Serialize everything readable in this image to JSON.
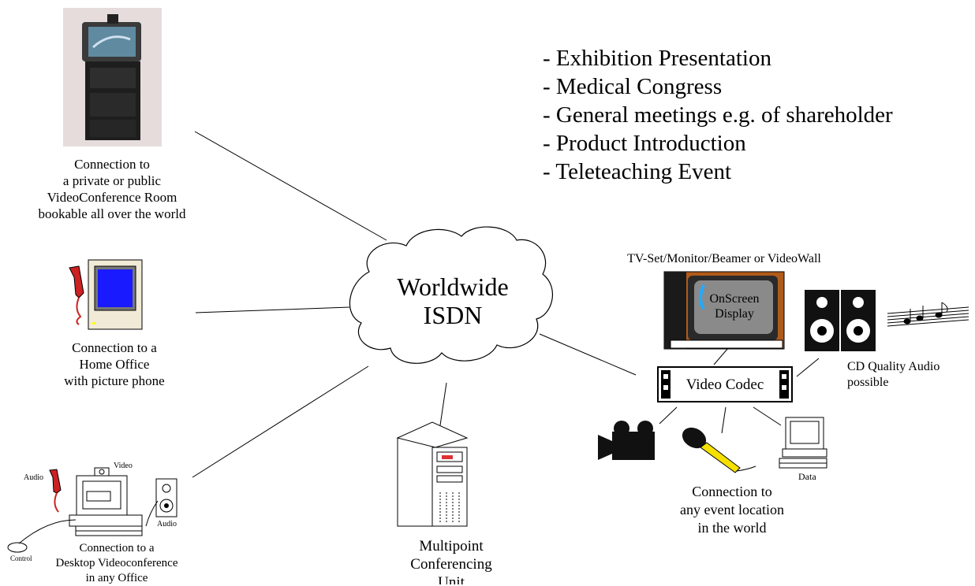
{
  "bullets": [
    "- Exhibition Presentation",
    "- Medical Congress",
    "- General meetings e.g. of shareholder",
    "- Product Introduction",
    "- Teleteaching Event"
  ],
  "cloud": {
    "line1": "Worldwide",
    "line2": "ISDN"
  },
  "room_caption": [
    "Connection to",
    "a private or public",
    "VideoConference Room",
    "bookable all over the world"
  ],
  "home_caption": [
    "Connection to a",
    "Home Office",
    "with picture phone"
  ],
  "desktop_caption": [
    "Connection to a",
    "Desktop Videoconference",
    "in any Office"
  ],
  "desktop_labels": {
    "audio": "Audio",
    "video": "Video",
    "audio_speaker": "Audio",
    "control": "Control"
  },
  "mcu_caption": [
    "Multipoint",
    "Conferencing",
    "Unit"
  ],
  "tv_label": "TV-Set/Monitor/Beamer or VideoWall",
  "tv_screen": [
    "OnScreen",
    "Display"
  ],
  "codec_label": "Video Codec",
  "audio_caption": [
    "CD Quality Audio",
    "possible"
  ],
  "data_label": "Data",
  "event_caption": [
    "Connection to",
    "any event location",
    "in the world"
  ]
}
